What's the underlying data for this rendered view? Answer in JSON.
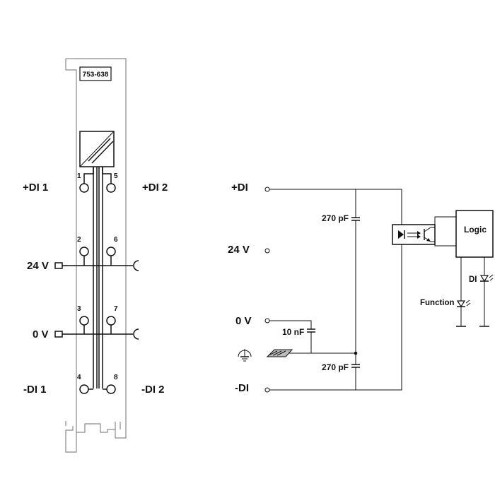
{
  "module": {
    "part_number": "753-638",
    "left_labels": {
      "di1_plus": "+DI 1",
      "di2_plus": "+DI 2",
      "v24": "24 V",
      "v0": "0 V",
      "di1_minus": "-DI 1",
      "di2_minus": "-DI 2"
    },
    "terminals": [
      "1",
      "5",
      "2",
      "6",
      "3",
      "7",
      "4",
      "8"
    ]
  },
  "schematic": {
    "di_plus": "+DI",
    "v24": "24 V",
    "v0": "0 V",
    "di_minus": "-DI",
    "cap_top": "270 pF",
    "cap_mid": "10 nF",
    "cap_bottom": "270 pF",
    "logic": "Logic",
    "led_di": "DI",
    "led_function": "Function"
  }
}
